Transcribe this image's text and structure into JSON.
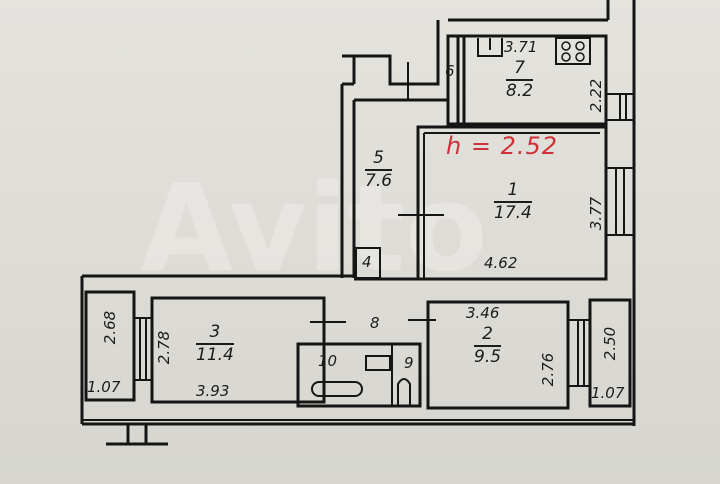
{
  "plan": {
    "ceiling_height_label": "h = 2.52",
    "watermark": "Avito",
    "rooms": [
      {
        "id": "1",
        "area": "17.4",
        "dims": [
          "4.62",
          "3.77"
        ]
      },
      {
        "id": "2",
        "area": "9.5",
        "dims": [
          "3.46",
          "2.76"
        ]
      },
      {
        "id": "3",
        "area": "11.4",
        "dims": [
          "3.93",
          "2.78"
        ]
      },
      {
        "id": "4",
        "area": ""
      },
      {
        "id": "5",
        "area": "7.6"
      },
      {
        "id": "6",
        "area": ""
      },
      {
        "id": "7",
        "area": "8.2",
        "dims": [
          "3.71",
          "2.22"
        ]
      },
      {
        "id": "8",
        "area": ""
      },
      {
        "id": "9",
        "area": ""
      },
      {
        "id": "10",
        "area": ""
      }
    ],
    "balconies": [
      {
        "position": "left",
        "dims": [
          "2.68",
          "1.07"
        ]
      },
      {
        "position": "right",
        "dims": [
          "2.50",
          "1.07"
        ]
      }
    ]
  }
}
